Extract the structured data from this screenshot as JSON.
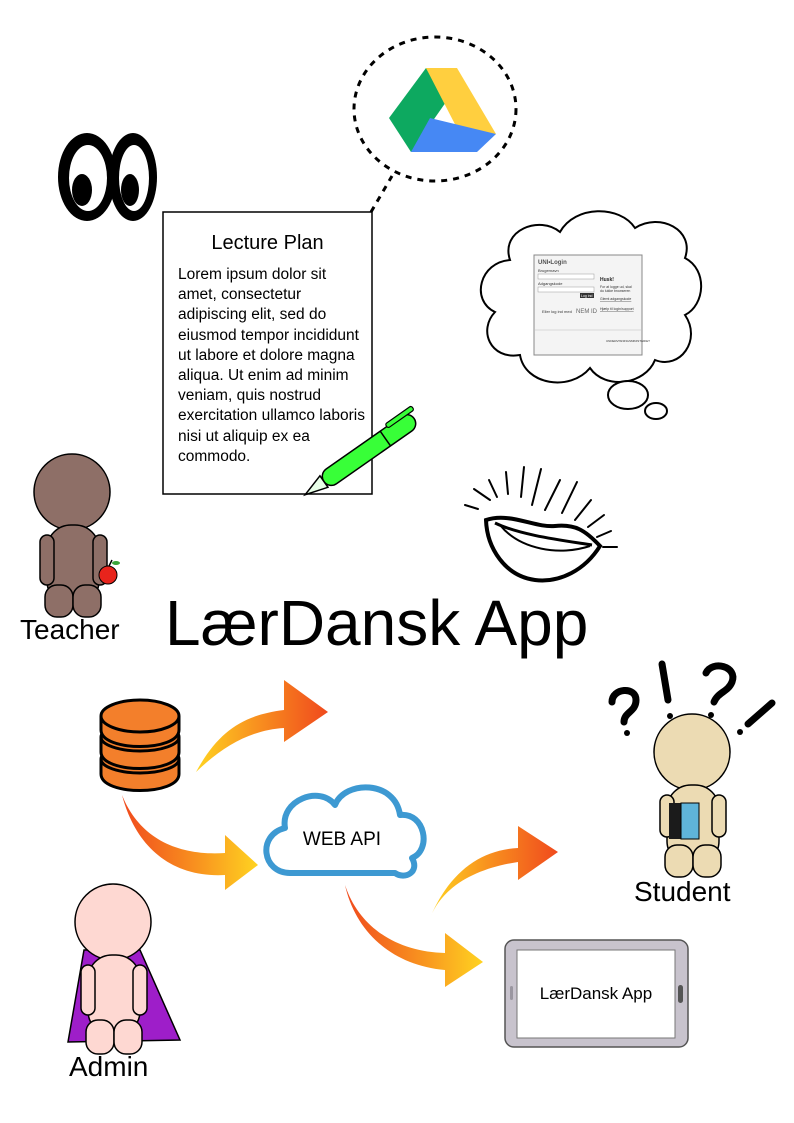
{
  "title": "LærDansk App",
  "lecture_plan": {
    "heading": "Lecture Plan",
    "body": "Lorem ipsum dolor sit amet, consectetur adipiscing elit, sed do eiusmod tempor incididunt ut labore et dolore magna aliqua. Ut enim ad minim veniam, quis nostrud exercitation ullamco laboris nisi ut aliquip ex ea commodo."
  },
  "roles": {
    "teacher": "Teacher",
    "student": "Student",
    "admin": "Admin"
  },
  "cloud": {
    "label": "WEB API"
  },
  "tablet": {
    "label": "LærDansk App"
  },
  "login_screen": {
    "brand": "UNI•Login",
    "username_label": "Brugernavn",
    "password_label": "Adgangskode",
    "button": "Log ind",
    "remember_title": "Husk!",
    "remember_text": "For at logge ud, skal du lukke browseren",
    "forgot_link": "Glemt adgangskode",
    "alt_login": "Eller log ind med",
    "nemid": "NEM ID",
    "help_link": "Hjælp til login/support",
    "ministry": "UNDERVISNINGSMINISTERIET"
  },
  "icons": [
    "google-drive-icon",
    "eyes-icon",
    "pen-icon",
    "smile-icon",
    "database-icon",
    "cloud-icon",
    "tablet-icon",
    "apple-icon",
    "book-icon"
  ],
  "colors": {
    "teacher_skin": "#8e6f67",
    "student_skin": "#ecdbb3",
    "admin_skin": "#fed8d2",
    "cape": "#9e1ec9",
    "database": "#f37f2b",
    "cloud_stroke": "#3d99d2",
    "pen": "#38ff38",
    "arrow_start": "#f04a1d",
    "arrow_end": "#ffd321"
  }
}
